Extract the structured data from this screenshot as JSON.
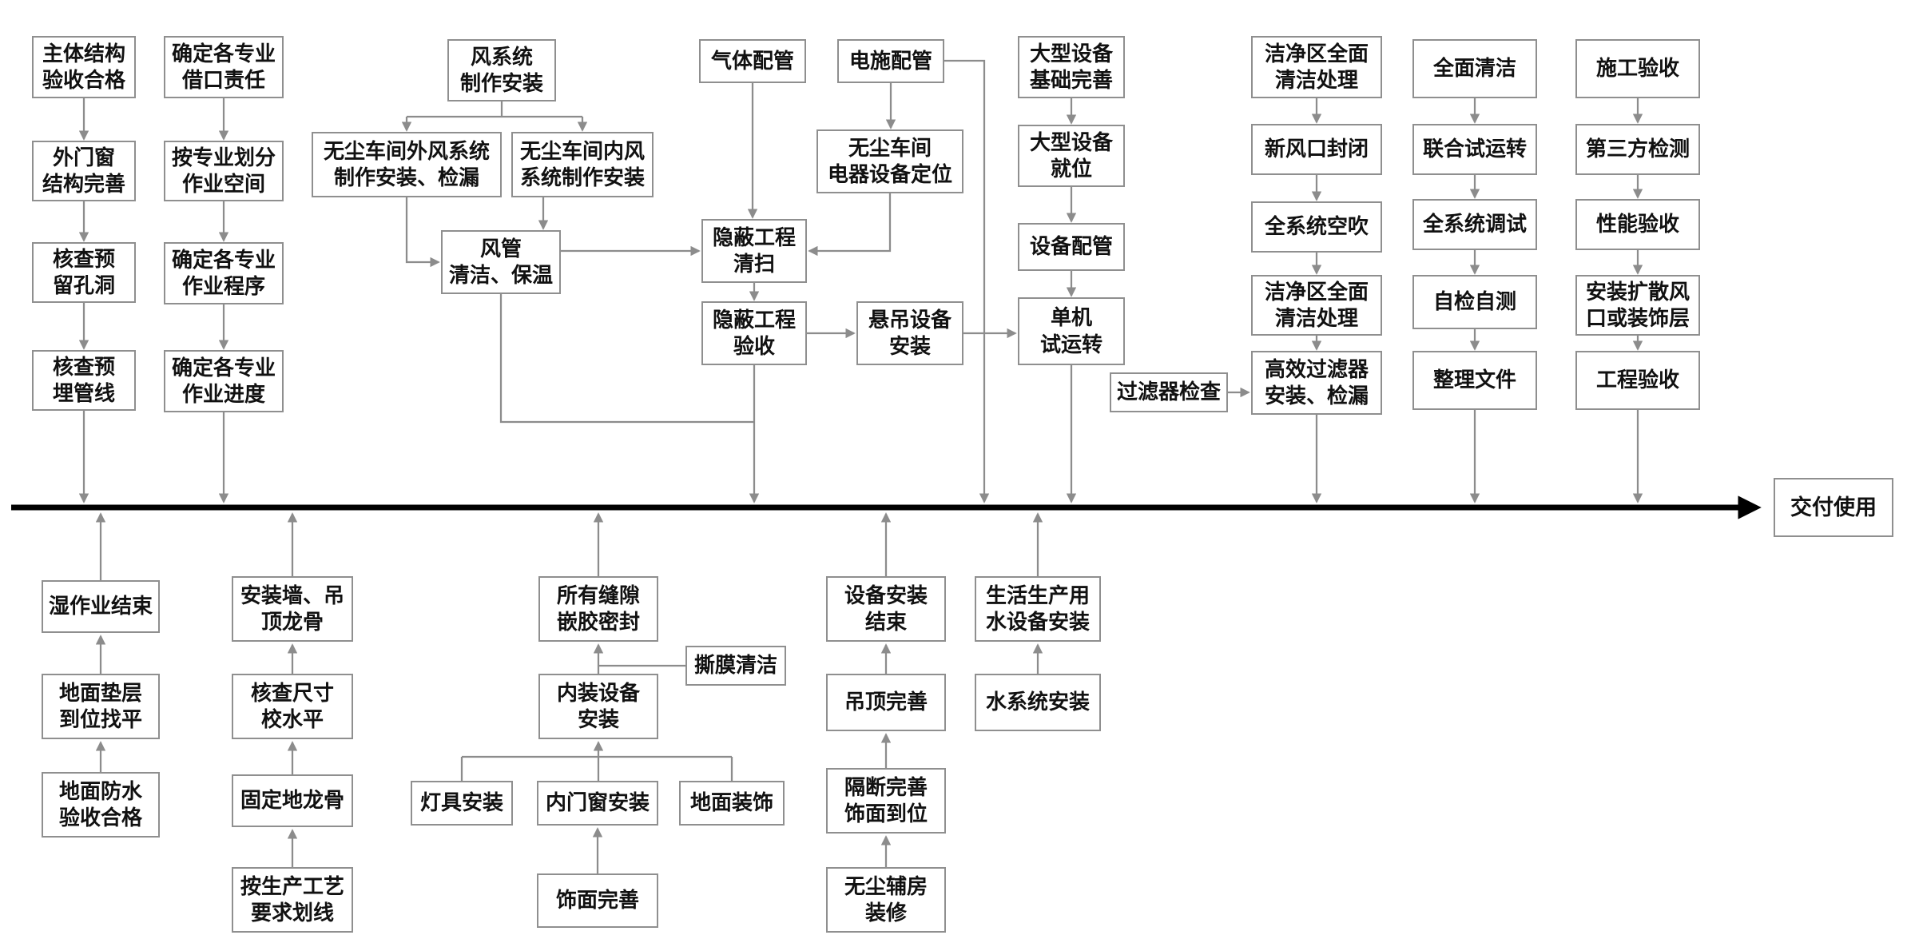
{
  "colors": {
    "box_border": "#8f8f8f",
    "connector": "#8c8c8c",
    "timeline": "#000000",
    "text": "#111111"
  },
  "timeline": {
    "end_label": "交付使用"
  },
  "nodes": {
    "a1": {
      "label": "主体结构\n验收合格"
    },
    "a2": {
      "label": "外门窗\n结构完善"
    },
    "a3": {
      "label": "核查预\n留孔洞"
    },
    "a4": {
      "label": "核查预\n埋管线"
    },
    "b1": {
      "label": "确定各专业\n借口责任"
    },
    "b2": {
      "label": "按专业划分\n作业空间"
    },
    "b3": {
      "label": "确定各专业\n作业程序"
    },
    "b4": {
      "label": "确定各专业\n作业进度"
    },
    "c0": {
      "label": "风系统\n制作安装"
    },
    "c1": {
      "label": "无尘车间外风系统\n制作安装、检漏"
    },
    "c2": {
      "label": "无尘车间内风\n系统制作安装"
    },
    "c3": {
      "label": "风管\n清洁、保温"
    },
    "d1": {
      "label": "气体配管"
    },
    "d2": {
      "label": "电施配管"
    },
    "d3": {
      "label": "无尘车间\n电器设备定位"
    },
    "d4": {
      "label": "隐蔽工程\n清扫"
    },
    "d5": {
      "label": "隐蔽工程\n验收"
    },
    "d6": {
      "label": "悬吊设备\n安装"
    },
    "e1": {
      "label": "大型设备\n基础完善"
    },
    "e2": {
      "label": "大型设备\n就位"
    },
    "e3": {
      "label": "设备配管"
    },
    "e4": {
      "label": "单机\n试运转"
    },
    "pf": {
      "label": "过滤器检查"
    },
    "f1": {
      "label": "洁净区全面\n清洁处理"
    },
    "f2": {
      "label": "新风口封闭"
    },
    "f3": {
      "label": "全系统空吹"
    },
    "f4": {
      "label": "洁净区全面\n清洁处理"
    },
    "f5": {
      "label": "高效过滤器\n安装、检漏"
    },
    "g1": {
      "label": "全面清洁"
    },
    "g2": {
      "label": "联合试运转"
    },
    "g3": {
      "label": "全系统调试"
    },
    "g4": {
      "label": "自检自测"
    },
    "g5": {
      "label": "整理文件"
    },
    "h1": {
      "label": "施工验收"
    },
    "h2": {
      "label": "第三方检测"
    },
    "h3": {
      "label": "性能验收"
    },
    "h4": {
      "label": "安装扩散风\n口或装饰层"
    },
    "h5": {
      "label": "工程验收"
    },
    "p1": {
      "label": "湿作业结束"
    },
    "p2": {
      "label": "地面垫层\n到位找平"
    },
    "p3": {
      "label": "地面防水\n验收合格"
    },
    "q1": {
      "label": "安装墙、吊\n顶龙骨"
    },
    "q2": {
      "label": "核查尺寸\n校水平"
    },
    "q3": {
      "label": "固定地龙骨"
    },
    "q4": {
      "label": "按生产工艺\n要求划线"
    },
    "r1": {
      "label": "所有缝隙\n嵌胶密封"
    },
    "r2": {
      "label": "内装设备\n安装"
    },
    "sm": {
      "label": "撕膜清洁"
    },
    "r3": {
      "label": "灯具安装"
    },
    "r4": {
      "label": "内门窗安装"
    },
    "r5": {
      "label": "地面装饰"
    },
    "r6": {
      "label": "饰面完善"
    },
    "s1": {
      "label": "设备安装\n结束"
    },
    "s2": {
      "label": "吊顶完善"
    },
    "s3": {
      "label": "隔断完善\n饰面到位"
    },
    "s4": {
      "label": "无尘辅房\n装修"
    },
    "t1": {
      "label": "生活生产用\n水设备安装"
    },
    "t2": {
      "label": "水系统安装"
    }
  }
}
